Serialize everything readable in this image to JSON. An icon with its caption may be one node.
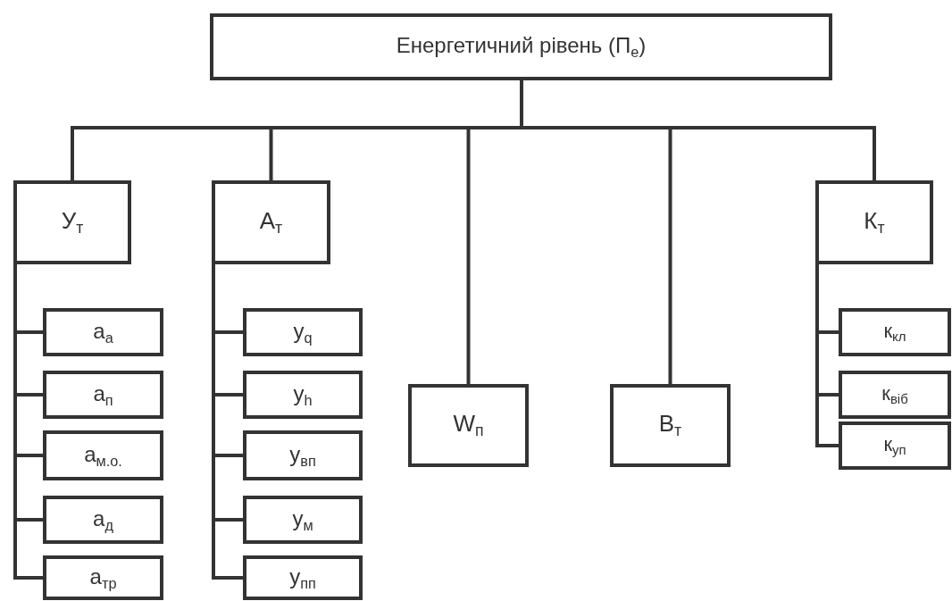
{
  "diagram": {
    "nodes": [
      {
        "text": [
          "Енергетичний рівень (П$_{е}$)"
        ]
      },
      {
        "text": [
          "У$_{т}$"
        ]
      },
      {
        "text": [
          "А$_{т}$"
        ]
      },
      {
        "text": [
          "W$_{п}$"
        ]
      },
      {
        "text": [
          "В$_{т}$"
        ]
      },
      {
        "text": [
          "К$_{т}$"
        ]
      },
      {
        "text": [
          "а$_{а}$"
        ]
      },
      {
        "text": [
          "а$_{п}$"
        ]
      },
      {
        "text": [
          "а$_{м.о.}$"
        ]
      },
      {
        "text": [
          "а$_{д}$"
        ]
      },
      {
        "text": [
          "а$_{тр}$"
        ]
      },
      {
        "text": [
          "у$_{q}$"
        ]
      },
      {
        "text": [
          "у$_{h}$"
        ]
      },
      {
        "text": [
          "у$_{вп}$"
        ]
      },
      {
        "text": [
          "у$_{м}$"
        ]
      },
      {
        "text": [
          "у$_{пп}$"
        ]
      },
      {
        "text": [
          "к$_{кл}$"
        ]
      },
      {
        "text": [
          "к$_{віб}$"
        ]
      },
      {
        "text": [
          "к$_{уп}$"
        ]
      }
    ],
    "edges": [
      {
        "from": 0,
        "to": 1,
        "arrow": "none"
      },
      {
        "from": 0,
        "to": 2,
        "arrow": "none"
      },
      {
        "from": 0,
        "to": 3,
        "arrow": "none"
      },
      {
        "from": 0,
        "to": 4,
        "arrow": "none"
      },
      {
        "from": 0,
        "to": 5,
        "arrow": "none"
      },
      {
        "from": 1,
        "to": 6,
        "arrow": "none"
      },
      {
        "from": 1,
        "to": 7,
        "arrow": "none"
      },
      {
        "from": 1,
        "to": 8,
        "arrow": "none"
      },
      {
        "from": 1,
        "to": 9,
        "arrow": "none"
      },
      {
        "from": 1,
        "to": 10,
        "arrow": "none"
      },
      {
        "from": 2,
        "to": 11,
        "arrow": "none"
      },
      {
        "from": 2,
        "to": 12,
        "arrow": "none"
      },
      {
        "from": 2,
        "to": 13,
        "arrow": "none"
      },
      {
        "from": 2,
        "to": 14,
        "arrow": "none"
      },
      {
        "from": 2,
        "to": 15,
        "arrow": "none"
      },
      {
        "from": 5,
        "to": 16,
        "arrow": "none"
      },
      {
        "from": 5,
        "to": 17,
        "arrow": "none"
      },
      {
        "from": 5,
        "to": 18,
        "arrow": "none"
      }
    ]
  }
}
